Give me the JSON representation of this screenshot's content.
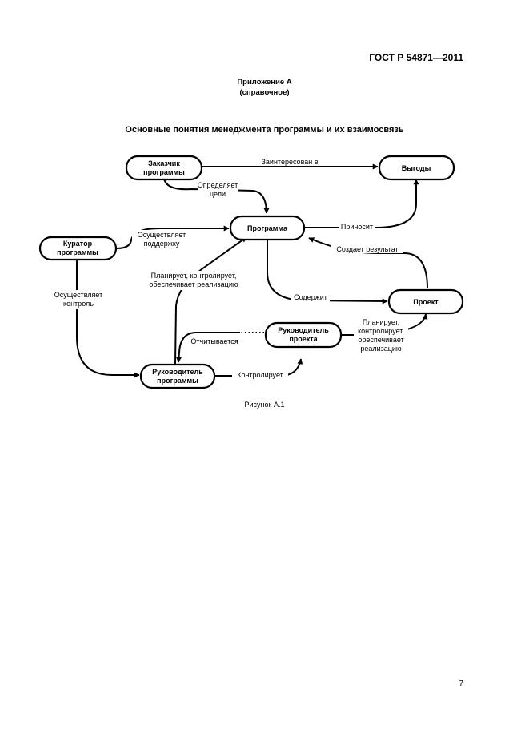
{
  "header": {
    "standard_number": "ГОСТ Р 54871—2011"
  },
  "annex": {
    "label": "Приложение А",
    "type": "(справочное)"
  },
  "title": "Основные понятия менеджмента программы и их взаимосвязь",
  "diagram": {
    "nodes": {
      "customer": {
        "line1": "Заказчик",
        "line2": "программы"
      },
      "benefits": {
        "line1": "Выгоды"
      },
      "program": {
        "line1": "Программа"
      },
      "curator": {
        "line1": "Куратор",
        "line2": "программы"
      },
      "project": {
        "line1": "Проект"
      },
      "project_manager": {
        "line1": "Руководитель",
        "line2": "проекта"
      },
      "program_manager": {
        "line1": "Руководитель",
        "line2": "программы"
      }
    },
    "edges": {
      "interested_in": "Заинтересован в",
      "defines_goals_1": "Определяет",
      "defines_goals_2": "цели",
      "provides_support_1": "Осуществляет",
      "provides_support_2": "поддержку",
      "brings": "Приносит",
      "creates_result": "Создает результат",
      "plans_pm_1": "Планирует, контролирует,",
      "plans_pm_2": "обеспечивает реализацию",
      "controls_1": "Осуществляет",
      "controls_2": "контроль",
      "contains": "Содержит",
      "plans_proj_1": "Планирует,",
      "plans_proj_2": "контролирует,",
      "plans_proj_3": "обеспечивает",
      "plans_proj_4": "реализацию",
      "reports": "Отчитывается",
      "monitors": "Контролирует"
    }
  },
  "caption": "Рисунок А.1",
  "page_number": "7"
}
